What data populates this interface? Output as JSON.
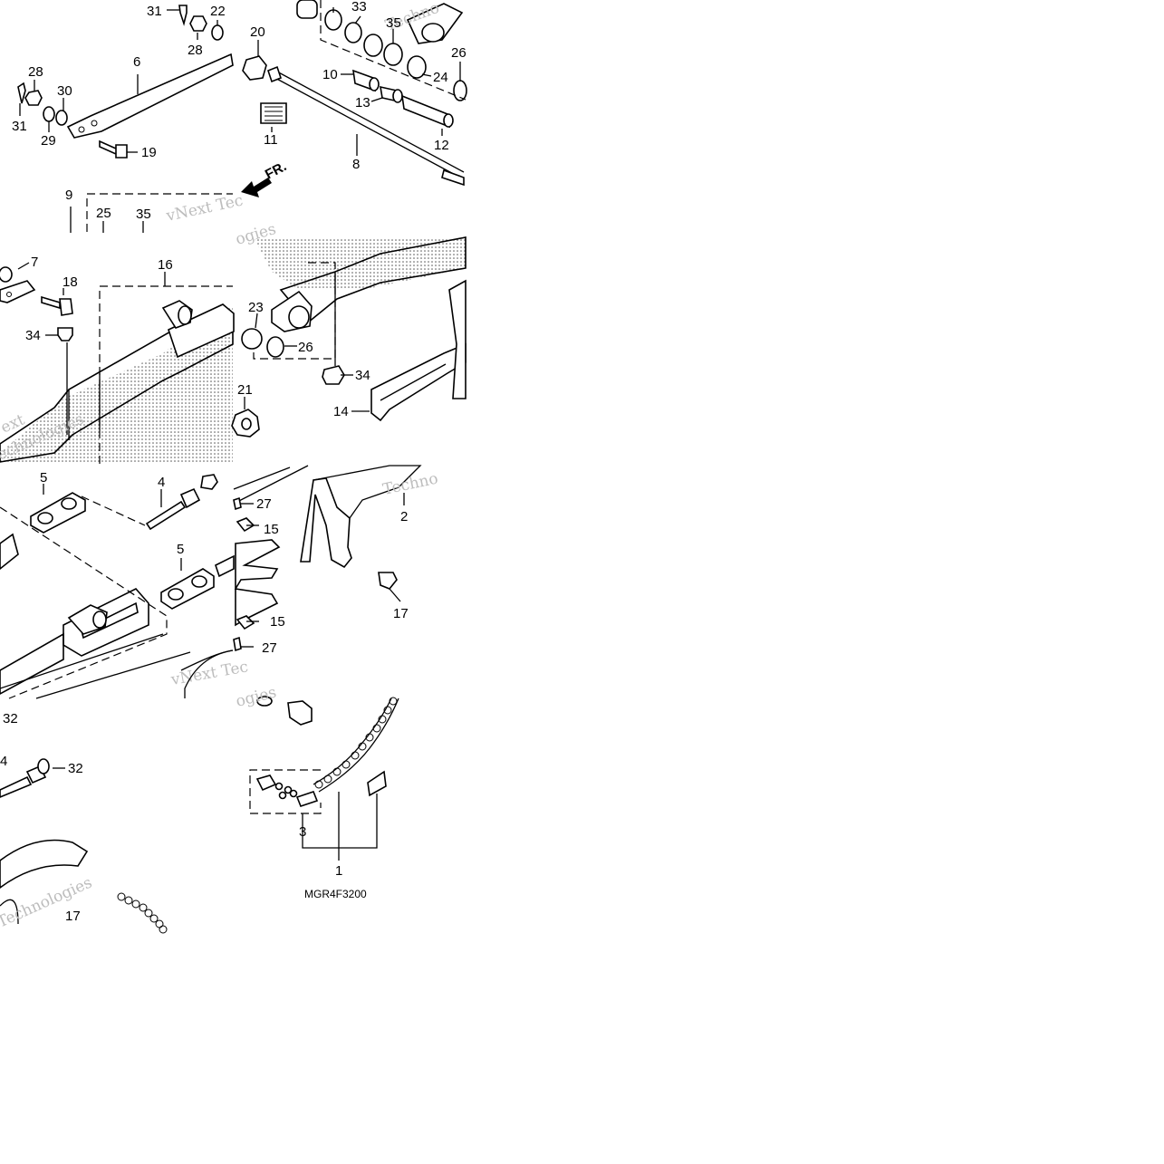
{
  "diagram": {
    "code": "MGR4F3200",
    "direction_marker": "FR.",
    "watermark_lines": [
      "vNext",
      "Technologies",
      "vNext Tec",
      "Techno",
      "echnologies",
      "ext"
    ],
    "callouts": {
      "c1": "1",
      "c2": "2",
      "c3": "3",
      "c4a": "4",
      "c4b": "4",
      "c5a": "5",
      "c5b": "5",
      "c6": "6",
      "c7": "7",
      "c8": "8",
      "c9": "9",
      "c10": "10",
      "c11": "11",
      "c12": "12",
      "c13": "13",
      "c14": "14",
      "c15a": "15",
      "c15b": "15",
      "c16": "16",
      "c17a": "17",
      "c17b": "17",
      "c18": "18",
      "c19": "19",
      "c20": "20",
      "c21": "21",
      "c22": "22",
      "c23": "23",
      "c24": "24",
      "c25": "25",
      "c26a": "26",
      "c26b": "26",
      "c27a": "27",
      "c27b": "27",
      "c28a": "28",
      "c28b": "28",
      "c29": "29",
      "c30": "30",
      "c31a": "31",
      "c31b": "31",
      "c32a": "32",
      "c32b": "32",
      "c33": "33",
      "c34a": "34",
      "c34b": "34",
      "c35a": "35",
      "c35b": "35"
    }
  }
}
